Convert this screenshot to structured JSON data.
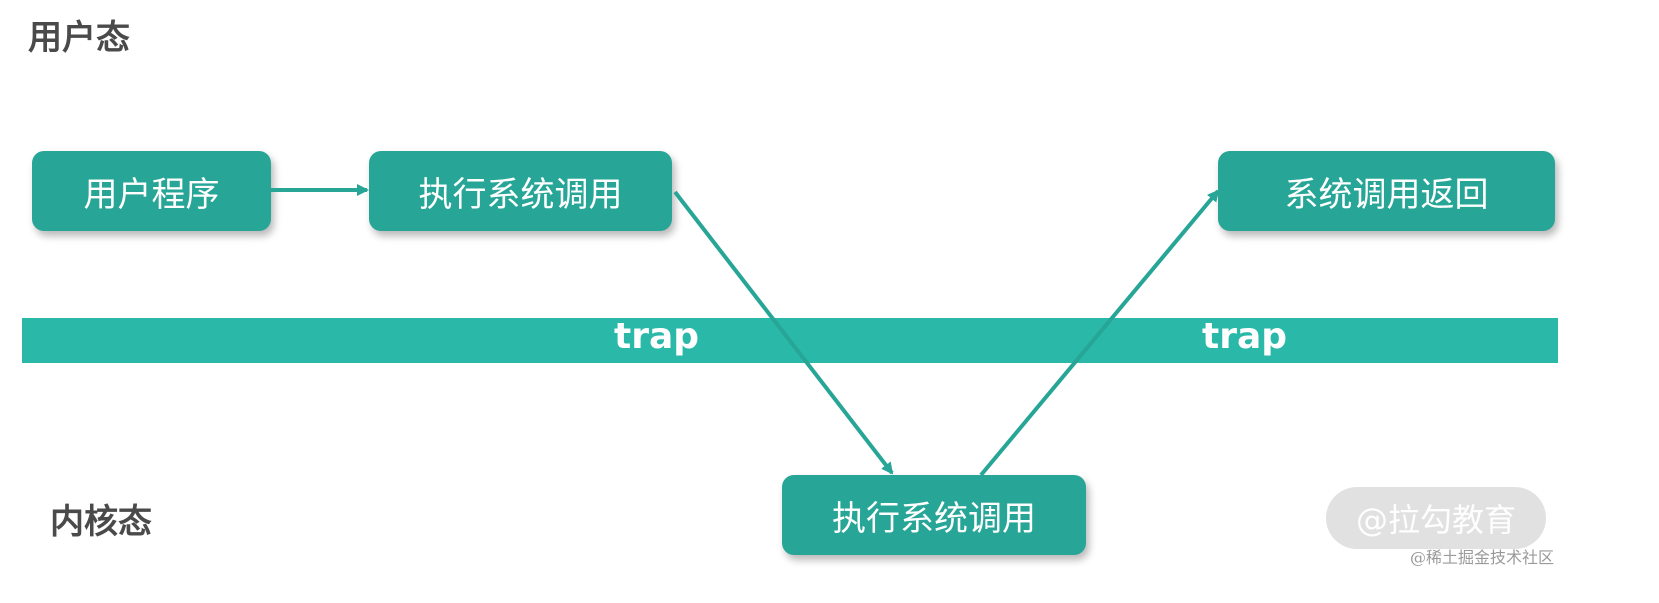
{
  "zones": {
    "user_mode": "用户态",
    "kernel_mode": "内核态"
  },
  "boxes": {
    "user_program": "用户程序",
    "exec_syscall_user": "执行系统调用",
    "syscall_return": "系统调用返回",
    "exec_syscall_kernel": "执行系统调用"
  },
  "trap": {
    "label_1": "trap",
    "label_2": "trap"
  },
  "watermarks": {
    "lagou": "@拉勾教育",
    "juejin": "@稀土掘金技术社区"
  },
  "colors": {
    "box": "#27a596",
    "band": "#2ab8a8",
    "arrow": "#27a596"
  }
}
